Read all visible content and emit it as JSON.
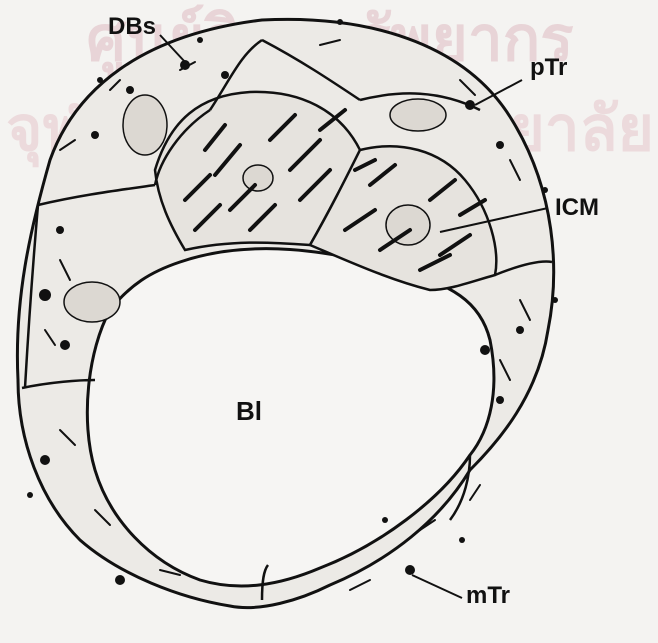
{
  "labels": {
    "dbs": "DBs",
    "ptr": "pTr",
    "icm": "ICM",
    "bl": "Bl",
    "mtr": "mTr"
  },
  "watermark": {
    "line1": "ศูนย์วิทยทรัพยากร",
    "line2": "จุฬาลงกรณ์มหาวิทยาลัย"
  },
  "colors": {
    "background": "#f4f3f1",
    "ink": "#111111",
    "cell_fill": "#eceae6",
    "watermark": "#e7d2d5"
  }
}
